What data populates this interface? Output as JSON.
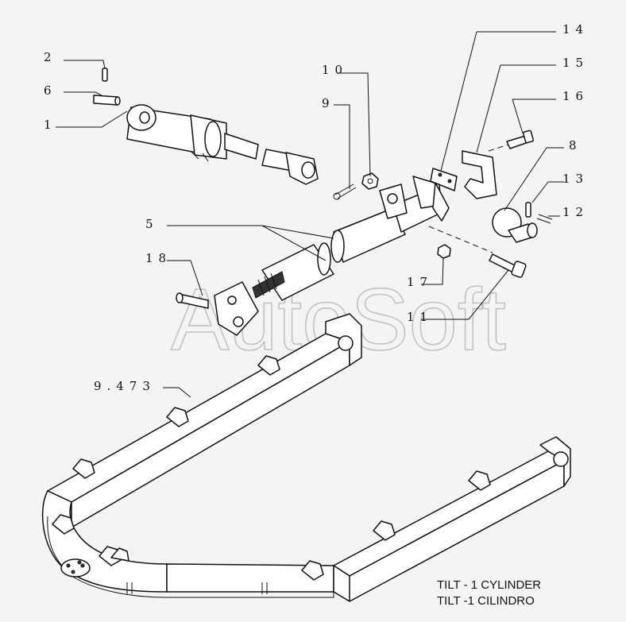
{
  "callouts": [
    {
      "id": "c2",
      "text": "2"
    },
    {
      "id": "c6",
      "text": "6"
    },
    {
      "id": "c1",
      "text": "1"
    },
    {
      "id": "c10",
      "text": "10"
    },
    {
      "id": "c9",
      "text": "9"
    },
    {
      "id": "c14",
      "text": "14"
    },
    {
      "id": "c15",
      "text": "15"
    },
    {
      "id": "c16",
      "text": "16"
    },
    {
      "id": "c8",
      "text": "8"
    },
    {
      "id": "c13",
      "text": "13"
    },
    {
      "id": "c12",
      "text": "12"
    },
    {
      "id": "c5",
      "text": "5"
    },
    {
      "id": "c18",
      "text": "18"
    },
    {
      "id": "c17",
      "text": "17"
    },
    {
      "id": "c11",
      "text": "11"
    },
    {
      "id": "c9473",
      "text": "9.473"
    }
  ],
  "watermark": "AutoSoft",
  "caption": {
    "line1": "TILT - 1 CYLINDER",
    "line2": "TILT -1 CILINDRO"
  }
}
